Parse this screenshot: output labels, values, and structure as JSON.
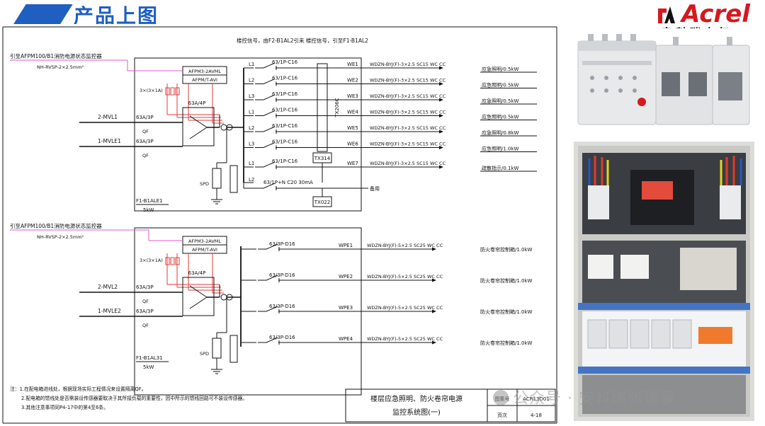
{
  "banner": {
    "title": "产品上图"
  },
  "logo": {
    "brand": "Acrel",
    "cn": "安科瑞电气",
    "color": "#d5191f"
  },
  "diagram": {
    "top_note": "楼控信号，由F2-B1AL2引来  楼控信号，引至F1-B1AL2",
    "panel1": {
      "monitor_label": "引至AFPM100/B1消防电源状态监控器",
      "cable": "NH-RVSP-2×2.5mm²",
      "module1": "AFPM3-2AVML",
      "module2": "AFPM/T-AVI",
      "ct": "3×(3×1A)",
      "ats": "63A/4P",
      "in1": "2-MVL1",
      "in2": "1-MVLE1",
      "brk1": "63A/3P",
      "brk2": "63A/3P",
      "qf": "QF",
      "spd": "SPD",
      "name": "F1-B1ALE1",
      "power": "5kW",
      "tx_vert": "TX206C",
      "tx1": "TX314",
      "tx2": "TX022",
      "circuits": [
        {
          "phase": "L1",
          "brk": "63/1P-C16",
          "code": "WE1",
          "cable": "WDZN-BYJ(F)-3×2.5 SC15 WC CC",
          "load": "应急照明/0.5kW"
        },
        {
          "phase": "L2",
          "brk": "63/1P-C16",
          "code": "WE2",
          "cable": "WDZN-BYJ(F)-3×2.5 SC15 WC CC",
          "load": "应急照明/0.5kW"
        },
        {
          "phase": "L3",
          "brk": "63/1P-C16",
          "code": "WE3",
          "cable": "WDZN-BYJ(F)-3×2.5 SC15 WC CC",
          "load": "应急照明/0.5kW"
        },
        {
          "phase": "L1",
          "brk": "63/1P-C16",
          "code": "WE4",
          "cable": "WDZN-BYJ(F)-3×2.5 SC15 WC CC",
          "load": "应急照明/0.5kW"
        },
        {
          "phase": "L2",
          "brk": "63/1P-C16",
          "code": "WE5",
          "cable": "WDZN-BYJ(F)-3×2.5 SC15 WC CC",
          "load": "应急照明/0.8kW"
        },
        {
          "phase": "L3",
          "brk": "63/1P-C16",
          "code": "WE6",
          "cable": "WDZN-BYJ(F)-3×2.5 SC15 WC CC",
          "load": "应急照明/1.0kW"
        },
        {
          "phase": "L1",
          "brk": "63/1P-C16",
          "code": "WE7",
          "cable": "WDZN-BYJ(F)-3×2.5 SC15 WC CC",
          "load": "疏散指示/0.1kW"
        }
      ],
      "spare": {
        "phase": "L2",
        "brk": "63/1P+N C20 30mA",
        "load": "备用"
      }
    },
    "panel2": {
      "monitor_label": "引至AFPM100/B1消防电源状态监控器",
      "cable": "NH-RVSP-2×2.5mm²",
      "module1": "AFPM3-2AVML",
      "module2": "AFPM/T-AVI",
      "ct": "3×(3×1A)",
      "ats": "63A/4P",
      "in1": "2-MVL2",
      "in2": "1-MVLE2",
      "brk1": "63A/3P",
      "brk2": "63A/3P",
      "qf": "QF",
      "spd": "SPD",
      "name": "F1-B1AL31",
      "power": "5kW",
      "circuits": [
        {
          "brk": "63/3P-D16",
          "code": "WPE1",
          "cable": "WDZN-BYJ(F)-5×2.5 SC25 WC CC",
          "load": "防火卷帘控制箱/1.0kW"
        },
        {
          "brk": "63/3P-D16",
          "code": "WPE2",
          "cable": "WDZN-BYJ(F)-5×2.5 SC25 WC CC",
          "load": "防火卷帘控制箱/1.0kW"
        },
        {
          "brk": "63/3P-D16",
          "code": "WPE3",
          "cable": "WDZN-BYJ(F)-5×2.5 SC25 WC CC",
          "load": "防火卷帘控制箱/1.0kW"
        },
        {
          "brk": "63/3P-D16",
          "code": "WPE4",
          "cable": "WDZN-BYJ(F)-5×2.5 SC25 WC CC",
          "load": "防火卷帘控制箱/1.0kW"
        }
      ]
    },
    "notes": [
      "注：1.在配电箱进线处，根据现场实际工程情况来设置隔离QF。",
      "2.配电箱的馈线处是否需装设传感器要取决于其所接负载的重要性，因中所示的馈线回路可不装设传感器。",
      "3.其他注意事项同P4-17中的第4至6条。"
    ],
    "title_block": {
      "title1": "楼层应急照明、防火卷帘电源",
      "title2": "监控系统图(一)",
      "label_no": "图集号",
      "value_no": "ACR13D01",
      "label_page": "页次",
      "value_page": "4-18"
    }
  },
  "watermark": {
    "text": "公众号 · 安科瑞张瑞豪"
  },
  "colors": {
    "line": "#111111",
    "red": "#e23b3b",
    "pink": "#e05ad0",
    "blue": "#1f5fbf",
    "accent": "#d5191f"
  }
}
